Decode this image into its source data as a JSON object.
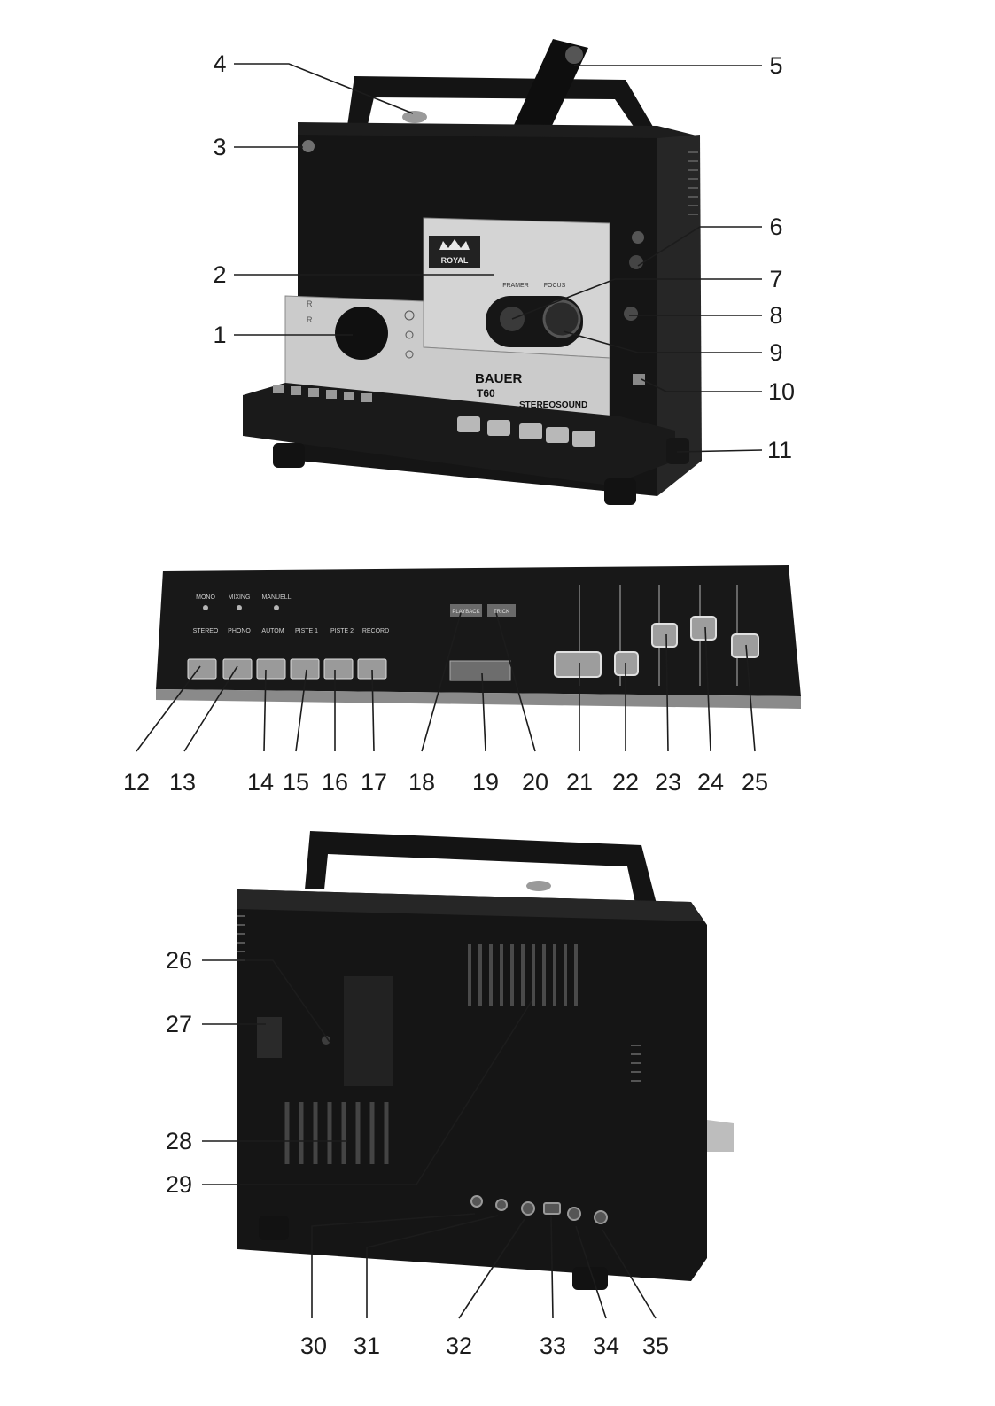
{
  "figure1": {
    "brand_badge": "ROYAL",
    "brand_name": "BAUER",
    "model": "T60",
    "model_subtitle": "STEREOSOUND",
    "lens_labels": [
      "FRAMER",
      "FOCUS"
    ],
    "labels": [
      "1",
      "2",
      "3",
      "4",
      "5",
      "6",
      "7",
      "8",
      "9",
      "10",
      "11"
    ]
  },
  "figure2": {
    "top_labels": [
      "MONO",
      "MIXING",
      "MANUELL"
    ],
    "key_labels": [
      "STEREO",
      "PHONO",
      "AUTOM",
      "PISTE 1",
      "PISTE 2",
      "RECORD"
    ],
    "center_labels": [
      "PLAYBACK",
      "TRICK"
    ],
    "labels": [
      "12",
      "13",
      "14",
      "15",
      "16",
      "17",
      "18",
      "19",
      "20",
      "21",
      "22",
      "23",
      "24",
      "25"
    ]
  },
  "figure3": {
    "labels": [
      "26",
      "27",
      "28",
      "29",
      "30",
      "31",
      "32",
      "33",
      "34",
      "35"
    ]
  },
  "colors": {
    "body": "#151515",
    "panel": "#cfcfcf",
    "ink": "#1c1c1c",
    "plate": "#e3e3e3"
  }
}
